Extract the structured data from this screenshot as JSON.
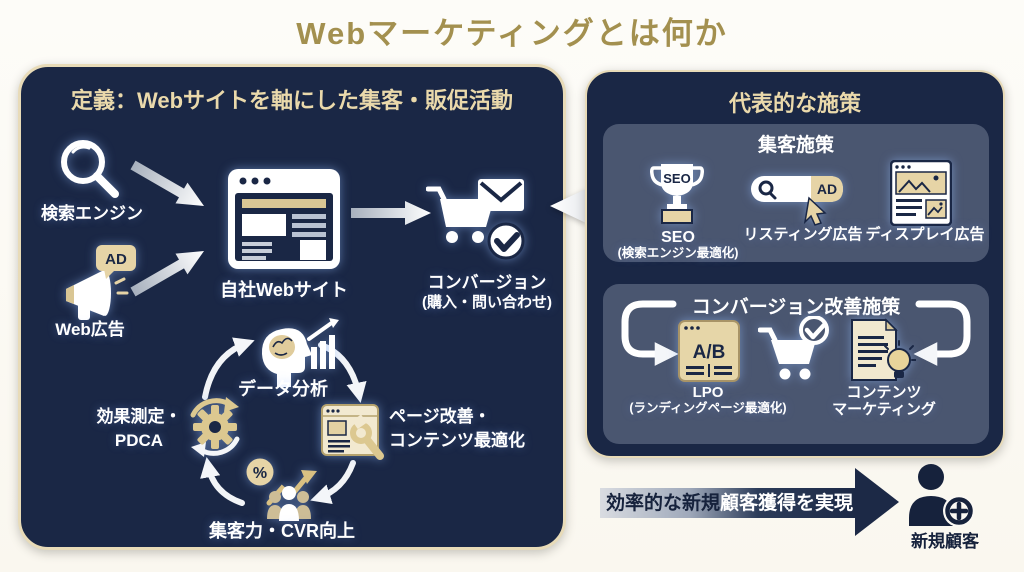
{
  "title": "Webマーケティングとは何か",
  "colors": {
    "gold": "#a3904f",
    "navy": "#1a2745",
    "slate": "#4a5670",
    "tan": "#e6d4a6",
    "cream": "#e8dbb8"
  },
  "definition": {
    "header": "定義：Webサイトを軸にした集客・販促活動",
    "search_label": "検索エンジン",
    "ad_badge": "AD",
    "webad_label": "Web広告",
    "website_label": "自社Webサイト",
    "conversion_label": "コンバージョン",
    "conversion_sub": "(購入・問い合わせ)",
    "cycle": {
      "analysis": "データ分析",
      "improve1": "ページ改善・",
      "improve2": "コンテンツ最適化",
      "cvr": "集客力・CVR向上",
      "measure1": "効果測定・",
      "measure2": "PDCA",
      "percent": "%"
    }
  },
  "measures": {
    "header": "代表的な施策",
    "acquisition": {
      "title": "集客施策",
      "seo_icon": "SEO",
      "seo_label": "SEO",
      "seo_sub": "(検索エンジン最適化)",
      "ad_badge": "AD",
      "listing_label": "リスティング広告",
      "display_label": "ディスプレイ広告"
    },
    "conversion": {
      "title": "コンバージョン改善施策",
      "ab_icon": "A/B",
      "lpo_label": "LPO",
      "lpo_sub": "(ランディングページ最適化)",
      "content1": "コンテンツ",
      "content2": "マーケティング"
    }
  },
  "outcome": {
    "lead_dark": "効率的な新規",
    "lead_light": "顧客獲得を実現",
    "customer_label": "新規顧客"
  }
}
